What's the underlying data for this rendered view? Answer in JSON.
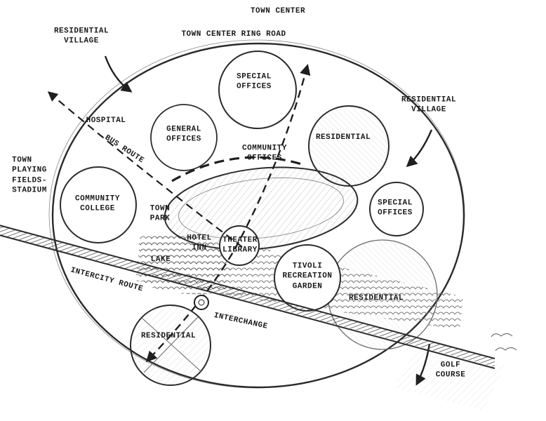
{
  "title": "TOWN CENTER",
  "colors": {
    "ink": "#1a1a1a",
    "paper": "#ffffff"
  },
  "labels": {
    "town_center": "TOWN CENTER",
    "ring_road": "TOWN CENTER RING ROAD",
    "residential_village_nw": "RESIDENTIAL\nVILLAGE",
    "residential_village_e": "RESIDENTIAL\nVILLAGE",
    "special_offices_top": "SPECIAL\nOFFICES",
    "hospital": "HOSPITAL",
    "general_offices": "GENERAL\nOFFICES",
    "community_offices": "COMMUNITY\nOFFICES",
    "residential_ne": "RESIDENTIAL",
    "bus_route": "BUS ROUTE",
    "town_playing_fields": "TOWN\nPLAYING\nFIELDS-\nSTADIUM",
    "community_college": "COMMUNITY\nCOLLEGE",
    "town_park": "TOWN\nPARK",
    "special_offices_e": "SPECIAL\nOFFICES",
    "hotel_inn": "HOTEL\nINN",
    "theater_library": "THEATER\nLIBRARY",
    "lake": "LAKE",
    "tivoli": "TIVOLI\nRECREATION\nGARDEN",
    "residential_se": "RESIDENTIAL",
    "intercity_route": "INTERCITY ROUTE",
    "interchange": "INTERCHANGE",
    "residential_s": "RESIDENTIAL",
    "golf_course": "GOLF\nCOURSE"
  }
}
